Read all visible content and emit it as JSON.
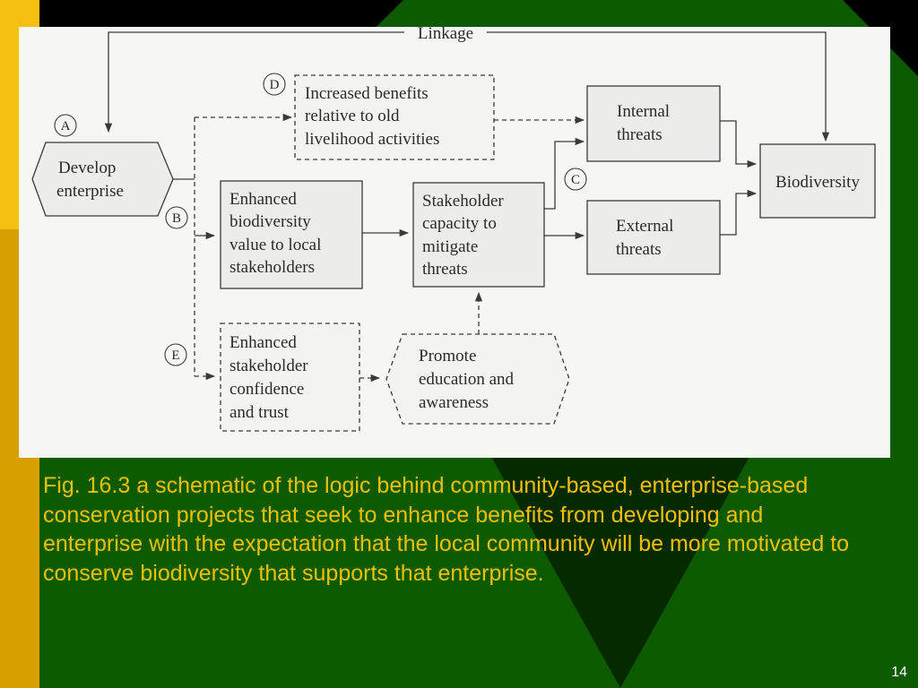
{
  "slide": {
    "caption": "Fig. 16.3 a schematic of the logic behind community-based, enterprise-based conservation projects that seek to enhance benefits from developing and enterprise with the expectation that the local community will be more motivated to conserve biodiversity that supports that enterprise.",
    "page_number": "14"
  },
  "diagram": {
    "linkage": "Linkage",
    "develop_enterprise": [
      "Develop",
      "enterprise"
    ],
    "increased_benefits": [
      "Increased benefits",
      "relative to old",
      "livelihood activities"
    ],
    "enhanced_biodiversity_value": [
      "Enhanced",
      "biodiversity",
      "value to local",
      "stakeholders"
    ],
    "stakeholder_capacity": [
      "Stakeholder",
      "capacity to",
      "mitigate",
      "threats"
    ],
    "internal_threats": [
      "Internal",
      "threats"
    ],
    "external_threats": [
      "External",
      "threats"
    ],
    "biodiversity": "Biodiversity",
    "enhanced_confidence": [
      "Enhanced",
      "stakeholder",
      "confidence",
      "and trust"
    ],
    "promote_education": [
      "Promote",
      "education and",
      "awareness"
    ],
    "labels": {
      "a": "A",
      "b": "B",
      "c": "C",
      "d": "D",
      "e": "E"
    }
  },
  "colors": {
    "background_green": "#0d5a00",
    "dark_triangle": "#062a00",
    "gold_bar": "#d79f00",
    "gold_bar_top": "#f5c010",
    "caption_yellow": "#f0c000"
  }
}
